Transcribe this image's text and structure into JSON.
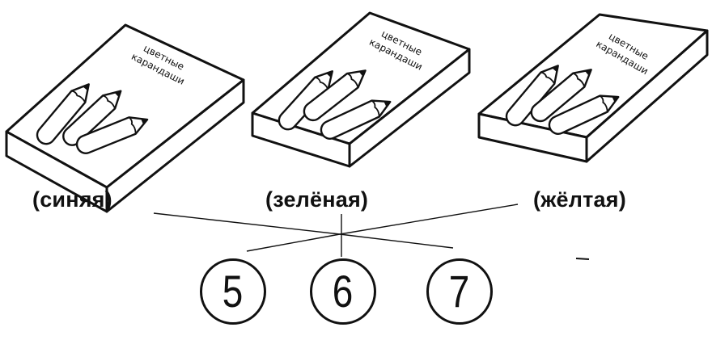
{
  "boxes": [
    {
      "label_line1": "цветные",
      "label_line2": "карандаши",
      "caption": "(синяя)"
    },
    {
      "label_line1": "цветные",
      "label_line2": "карандаши",
      "caption": "(зелёная)"
    },
    {
      "label_line1": "цветные",
      "label_line2": "карандаши",
      "caption": "(жёлтая)"
    }
  ],
  "numbers": [
    "5",
    "6",
    "7"
  ]
}
